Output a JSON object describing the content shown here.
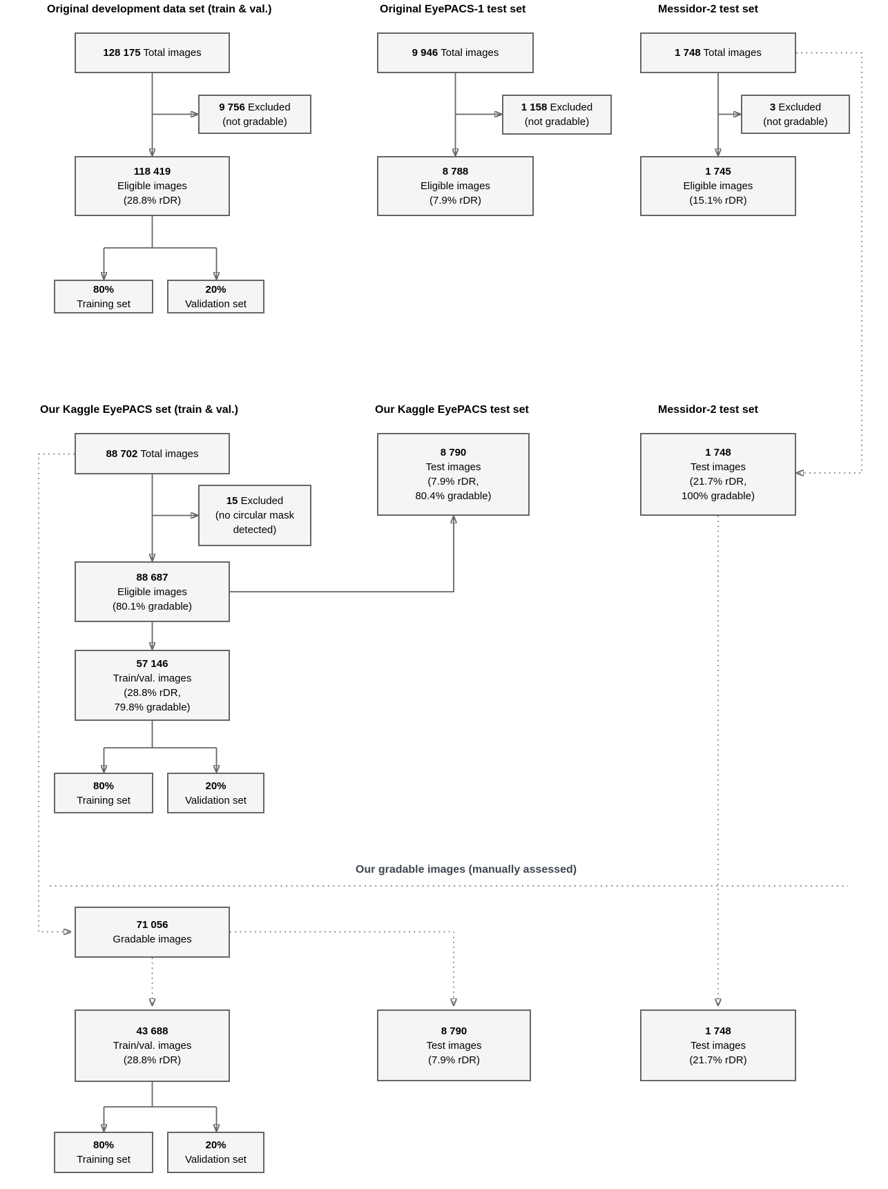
{
  "titles": {
    "dev": "Original development data set (train & val.)",
    "eyepacs1": "Original EyePACS-1 test set",
    "messidor": "Messidor-2 test set",
    "kaggle": "Our Kaggle EyePACS set (train & val.)",
    "kaggle_test": "Our Kaggle EyePACS test set",
    "messidor2": "Messidor-2 test set",
    "gradable_divider": "Our gradable images (manually assessed)"
  },
  "boxes": {
    "dev_total": {
      "value": "128 175",
      "label": "Total images"
    },
    "dev_excluded": {
      "value": "9 756",
      "label": "Excluded",
      "note": "(not gradable)"
    },
    "dev_eligible": {
      "value": "118 419",
      "line1": "Eligible images",
      "line2": "(28.8% rDR)"
    },
    "dev_train": {
      "value": "80%",
      "label": "Training set"
    },
    "dev_val": {
      "value": "20%",
      "label": "Validation set"
    },
    "ep1_total": {
      "value": "9 946",
      "label": "Total images"
    },
    "ep1_excluded": {
      "value": "1 158",
      "label": "Excluded",
      "note": "(not gradable)"
    },
    "ep1_eligible": {
      "value": "8 788",
      "line1": "Eligible images",
      "line2": "(7.9% rDR)"
    },
    "mes_total": {
      "value": "1 748",
      "label": "Total images"
    },
    "mes_excluded": {
      "value": "3",
      "label": "Excluded",
      "note": "(not gradable)"
    },
    "mes_eligible": {
      "value": "1 745",
      "line1": "Eligible images",
      "line2": "(15.1% rDR)"
    },
    "kg_total": {
      "value": "88 702",
      "label": "Total images"
    },
    "kg_excluded": {
      "value": "15",
      "label": "Excluded",
      "note1": "(no circular mask",
      "note2": "detected)"
    },
    "kg_eligible": {
      "value": "88 687",
      "line1": "Eligible images",
      "line2": "(80.1% gradable)"
    },
    "kg_trainval": {
      "value": "57 146",
      "line1": "Train/val. images",
      "line2": "(28.8% rDR,",
      "line3": "79.8% gradable)"
    },
    "kg_train": {
      "value": "80%",
      "label": "Training set"
    },
    "kg_val": {
      "value": "20%",
      "label": "Validation set"
    },
    "kg_test": {
      "value": "8 790",
      "line1": "Test images",
      "line2": "(7.9% rDR,",
      "line3": "80.4% gradable)"
    },
    "mes2_test": {
      "value": "1 748",
      "line1": "Test images",
      "line2": "(21.7% rDR,",
      "line3": "100% gradable)"
    },
    "grad": {
      "value": "71 056",
      "line1": "Gradable images"
    },
    "grad_trainval": {
      "value": "43 688",
      "line1": "Train/val. images",
      "line2": "(28.8% rDR)"
    },
    "grad_train": {
      "value": "80%",
      "label": "Training set"
    },
    "grad_val": {
      "value": "20%",
      "label": "Validation set"
    },
    "grad_test": {
      "value": "8 790",
      "line1": "Test images",
      "line2": "(7.9% rDR)"
    },
    "grad_mes_test": {
      "value": "1 748",
      "line1": "Test images",
      "line2": "(21.7% rDR)"
    }
  },
  "colors": {
    "box_fill": "#f5f5f5",
    "box_border": "#666666",
    "connector": "#666666",
    "dotted_connector": "#777777",
    "divider": "#8f8f8f",
    "title_text": "#000000",
    "divider_title_text": "#3f4650",
    "box_text": "#000000"
  }
}
